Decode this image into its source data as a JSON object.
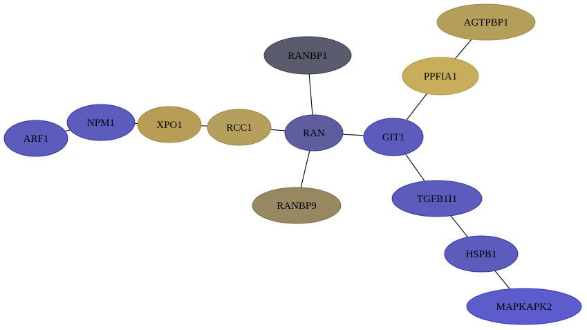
{
  "nodes": [
    {
      "id": "AGTPBP1",
      "label": "AGTPBP1",
      "fill": "#b49f5a",
      "stroke": "#9c8a48"
    },
    {
      "id": "PPFIA1",
      "label": "PPFIA1",
      "fill": "#c8ae5a",
      "stroke": "#ab9448"
    },
    {
      "id": "RANBP1",
      "label": "RANBP1",
      "fill": "#5b5b6e",
      "stroke": "#3d3d52"
    },
    {
      "id": "NPM1",
      "label": "NPM1",
      "fill": "#5c5cbd",
      "stroke": "#3535a8"
    },
    {
      "id": "XPO1",
      "label": "XPO1",
      "fill": "#b89e55",
      "stroke": "#9c8640"
    },
    {
      "id": "RCC1",
      "label": "RCC1",
      "fill": "#b59f5c",
      "stroke": "#9b8646"
    },
    {
      "id": "RAN",
      "label": "RAN",
      "fill": "#5e5e9e",
      "stroke": "#3e3e8a"
    },
    {
      "id": "GIT1",
      "label": "GIT1",
      "fill": "#5c5cbd",
      "stroke": "#3535a8"
    },
    {
      "id": "ARF1",
      "label": "ARF1",
      "fill": "#5c5cbd",
      "stroke": "#3535a8"
    },
    {
      "id": "TGFB1I1",
      "label": "TGFB1I1",
      "fill": "#5c5cbd",
      "stroke": "#3535a8"
    },
    {
      "id": "RANBP9",
      "label": "RANBP9",
      "fill": "#968861",
      "stroke": "#7d6f45"
    },
    {
      "id": "HSPB1",
      "label": "HSPB1",
      "fill": "#5c5cbd",
      "stroke": "#3535a8"
    },
    {
      "id": "MAPKAPK2",
      "label": "MAPKAPK2",
      "fill": "#5c5ccc",
      "stroke": "#3535b8"
    }
  ],
  "edges": [
    {
      "source": "ARF1",
      "target": "NPM1"
    },
    {
      "source": "NPM1",
      "target": "XPO1"
    },
    {
      "source": "XPO1",
      "target": "RCC1"
    },
    {
      "source": "RCC1",
      "target": "RAN"
    },
    {
      "source": "RAN",
      "target": "RANBP1"
    },
    {
      "source": "RAN",
      "target": "RANBP9"
    },
    {
      "source": "RAN",
      "target": "GIT1"
    },
    {
      "source": "GIT1",
      "target": "PPFIA1"
    },
    {
      "source": "PPFIA1",
      "target": "AGTPBP1"
    },
    {
      "source": "GIT1",
      "target": "TGFB1I1"
    },
    {
      "source": "TGFB1I1",
      "target": "HSPB1"
    },
    {
      "source": "HSPB1",
      "target": "MAPKAPK2"
    }
  ]
}
